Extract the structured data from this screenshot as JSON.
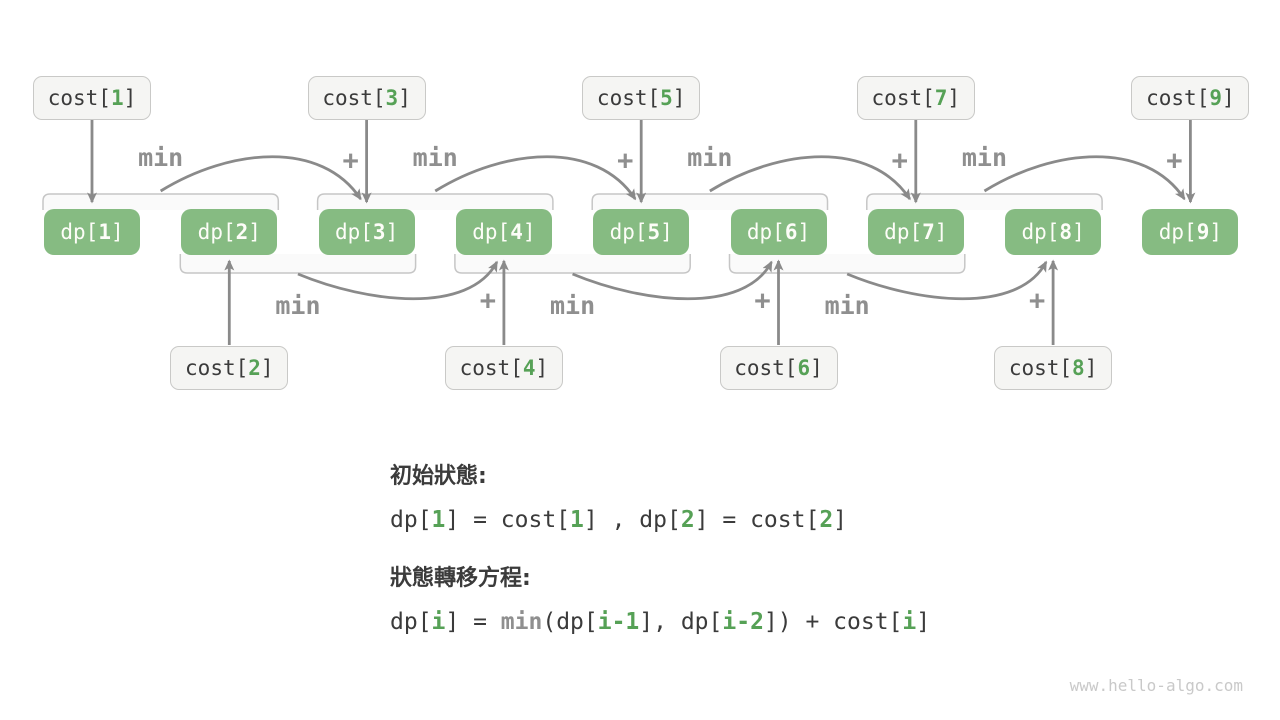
{
  "page": {
    "watermark": "www.hello-algo.com",
    "background": "#ffffff"
  },
  "colors": {
    "dp_fill": "#86bb82",
    "dp_text": "#fdfdf8",
    "cost_fill": "#f5f5f3",
    "cost_border": "#c9c9c7",
    "green_accent": "#56a156",
    "gray_label": "#8f8f8f",
    "arrow": "#8a8a8a",
    "bracket_fill": "#fafafa",
    "bracket_stroke": "#c6c6c6",
    "dark_text": "#3b3b3b",
    "watermark_text": "#c9c9c9"
  },
  "diagram": {
    "dp_nodes": [
      {
        "pre": "dp[",
        "num": "1",
        "post": "]"
      },
      {
        "pre": "dp[",
        "num": "2",
        "post": "]"
      },
      {
        "pre": "dp[",
        "num": "3",
        "post": "]"
      },
      {
        "pre": "dp[",
        "num": "4",
        "post": "]"
      },
      {
        "pre": "dp[",
        "num": "5",
        "post": "]"
      },
      {
        "pre": "dp[",
        "num": "6",
        "post": "]"
      },
      {
        "pre": "dp[",
        "num": "7",
        "post": "]"
      },
      {
        "pre": "dp[",
        "num": "8",
        "post": "]"
      },
      {
        "pre": "dp[",
        "num": "9",
        "post": "]"
      }
    ],
    "cost_top_nodes": [
      {
        "pre": "cost[",
        "num": "1",
        "post": "]"
      },
      {
        "pre": "cost[",
        "num": "3",
        "post": "]"
      },
      {
        "pre": "cost[",
        "num": "5",
        "post": "]"
      },
      {
        "pre": "cost[",
        "num": "7",
        "post": "]"
      },
      {
        "pre": "cost[",
        "num": "9",
        "post": "]"
      }
    ],
    "cost_bottom_nodes": [
      {
        "pre": "cost[",
        "num": "2",
        "post": "]"
      },
      {
        "pre": "cost[",
        "num": "4",
        "post": "]"
      },
      {
        "pre": "cost[",
        "num": "6",
        "post": "]"
      },
      {
        "pre": "cost[",
        "num": "8",
        "post": "]"
      }
    ],
    "top_min_labels": [
      "min",
      "min",
      "min",
      "min"
    ],
    "top_plus_labels": [
      "+",
      "+",
      "+",
      "+"
    ],
    "bottom_min_labels": [
      "min",
      "min",
      "min"
    ],
    "bottom_plus_labels": [
      "+",
      "+",
      "+"
    ]
  },
  "equations": {
    "init_heading": "初始狀態:",
    "init_tokens": [
      {
        "text": "dp[",
        "style": "dark"
      },
      {
        "text": "1",
        "style": "green"
      },
      {
        "text": "] = cost[",
        "style": "dark"
      },
      {
        "text": "1",
        "style": "green"
      },
      {
        "text": "] , dp[",
        "style": "dark"
      },
      {
        "text": "2",
        "style": "green"
      },
      {
        "text": "] = cost[",
        "style": "dark"
      },
      {
        "text": "2",
        "style": "green"
      },
      {
        "text": "]",
        "style": "dark"
      }
    ],
    "transition_heading": "狀態轉移方程:",
    "transition_tokens": [
      {
        "text": "dp[",
        "style": "dark"
      },
      {
        "text": "i",
        "style": "green"
      },
      {
        "text": "] = ",
        "style": "dark"
      },
      {
        "text": "min",
        "style": "gray"
      },
      {
        "text": "(dp[",
        "style": "dark"
      },
      {
        "text": "i-1",
        "style": "green"
      },
      {
        "text": "], dp[",
        "style": "dark"
      },
      {
        "text": "i-2",
        "style": "green"
      },
      {
        "text": "]) + cost[",
        "style": "dark"
      },
      {
        "text": "i",
        "style": "green"
      },
      {
        "text": "]",
        "style": "dark"
      }
    ]
  }
}
